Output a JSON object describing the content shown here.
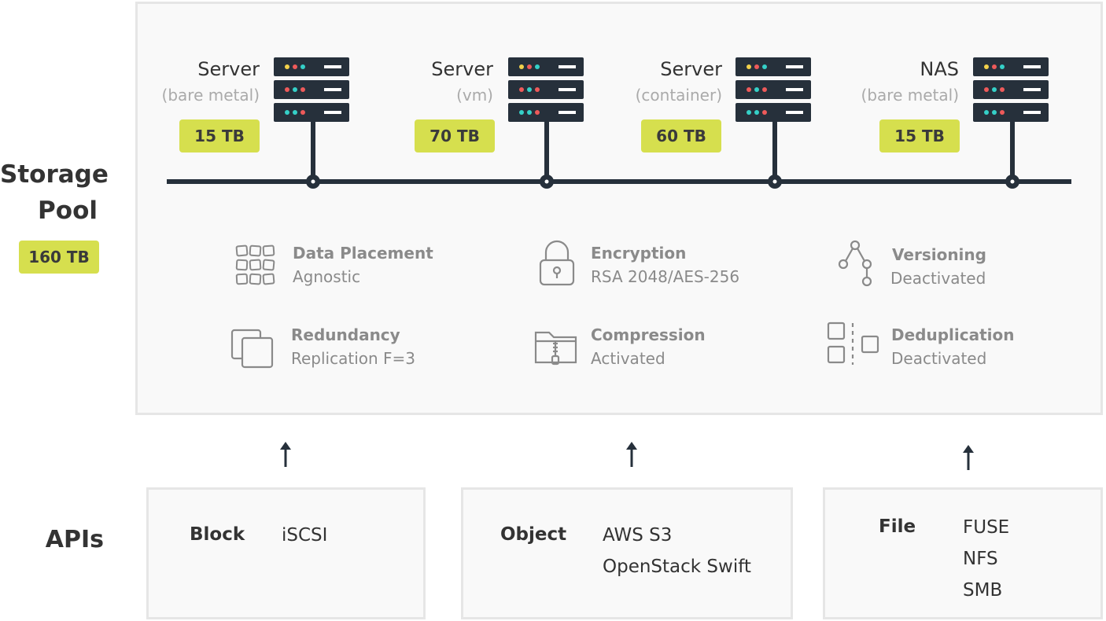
{
  "storage_pool": {
    "title_line1": "Storage",
    "title_line2": "Pool",
    "total": "160 TB"
  },
  "servers": [
    {
      "name": "Server",
      "type": "(bare metal)",
      "capacity": "15 TB"
    },
    {
      "name": "Server",
      "type": "(vm)",
      "capacity": "70 TB"
    },
    {
      "name": "Server",
      "type": "(container)",
      "capacity": "60 TB"
    },
    {
      "name": "NAS",
      "type": "(bare metal)",
      "capacity": "15 TB"
    }
  ],
  "features": [
    {
      "title": "Data Placement",
      "value": "Agnostic",
      "icon": "grid-icon"
    },
    {
      "title": "Encryption",
      "value": "RSA 2048/AES-256",
      "icon": "lock-icon"
    },
    {
      "title": "Versioning",
      "value": "Deactivated",
      "icon": "branch-icon"
    },
    {
      "title": "Redundancy",
      "value": "Replication F=3",
      "icon": "copies-icon"
    },
    {
      "title": "Compression",
      "value": "Activated",
      "icon": "zip-folder-icon"
    },
    {
      "title": "Deduplication",
      "value": "Deactivated",
      "icon": "dedup-icon"
    }
  ],
  "apis": {
    "title": "APIs",
    "items": [
      {
        "name": "Block",
        "protocols": [
          "iSCSI"
        ]
      },
      {
        "name": "Object",
        "protocols": [
          "AWS S3",
          "OpenStack Swift"
        ]
      },
      {
        "name": "File",
        "protocols": [
          "FUSE",
          "NFS",
          "SMB"
        ]
      }
    ]
  },
  "colors": {
    "badge": "#d6df4e",
    "server_dark": "#26303b",
    "box_bg": "#f9f9f9",
    "box_border": "#e6e6e6",
    "led_yellow": "#f2d14b",
    "led_red": "#ee5a5a",
    "led_teal": "#35d0c8"
  }
}
